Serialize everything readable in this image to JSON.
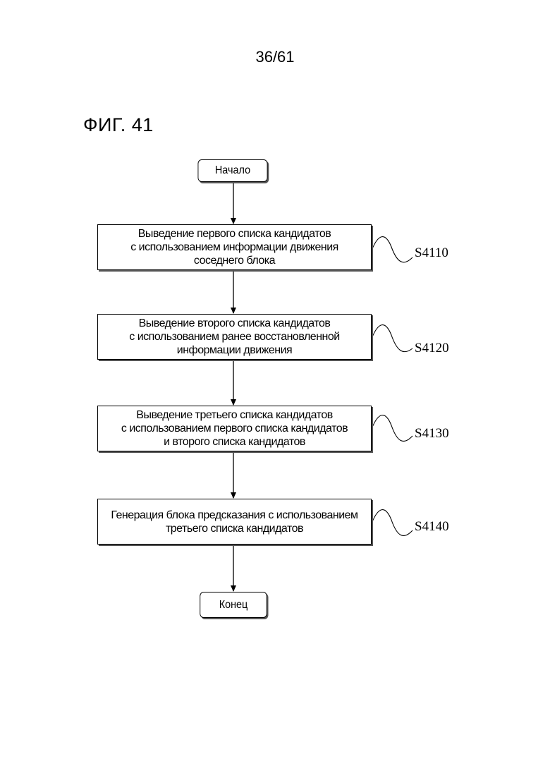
{
  "page": {
    "number": "36/61",
    "figure_label": "ФИГ. 41"
  },
  "flowchart": {
    "start": "Начало",
    "end": "Конец",
    "steps": [
      {
        "code": "S4110",
        "text": "Выведение первого списка кандидатов\nс использованием информации движения\nсоседнего блока"
      },
      {
        "code": "S4120",
        "text": "Выведение второго списка кандидатов\nс использованием ранее восстановленной\nинформации движения"
      },
      {
        "code": "S4130",
        "text": "Выведение третьего списка кандидатов\nс использованием первого списка кандидатов\nи второго списка кандидатов"
      },
      {
        "code": "S4140",
        "text": "Генерация блока предсказания с использованием\nтретьего списка кандидатов"
      }
    ]
  }
}
